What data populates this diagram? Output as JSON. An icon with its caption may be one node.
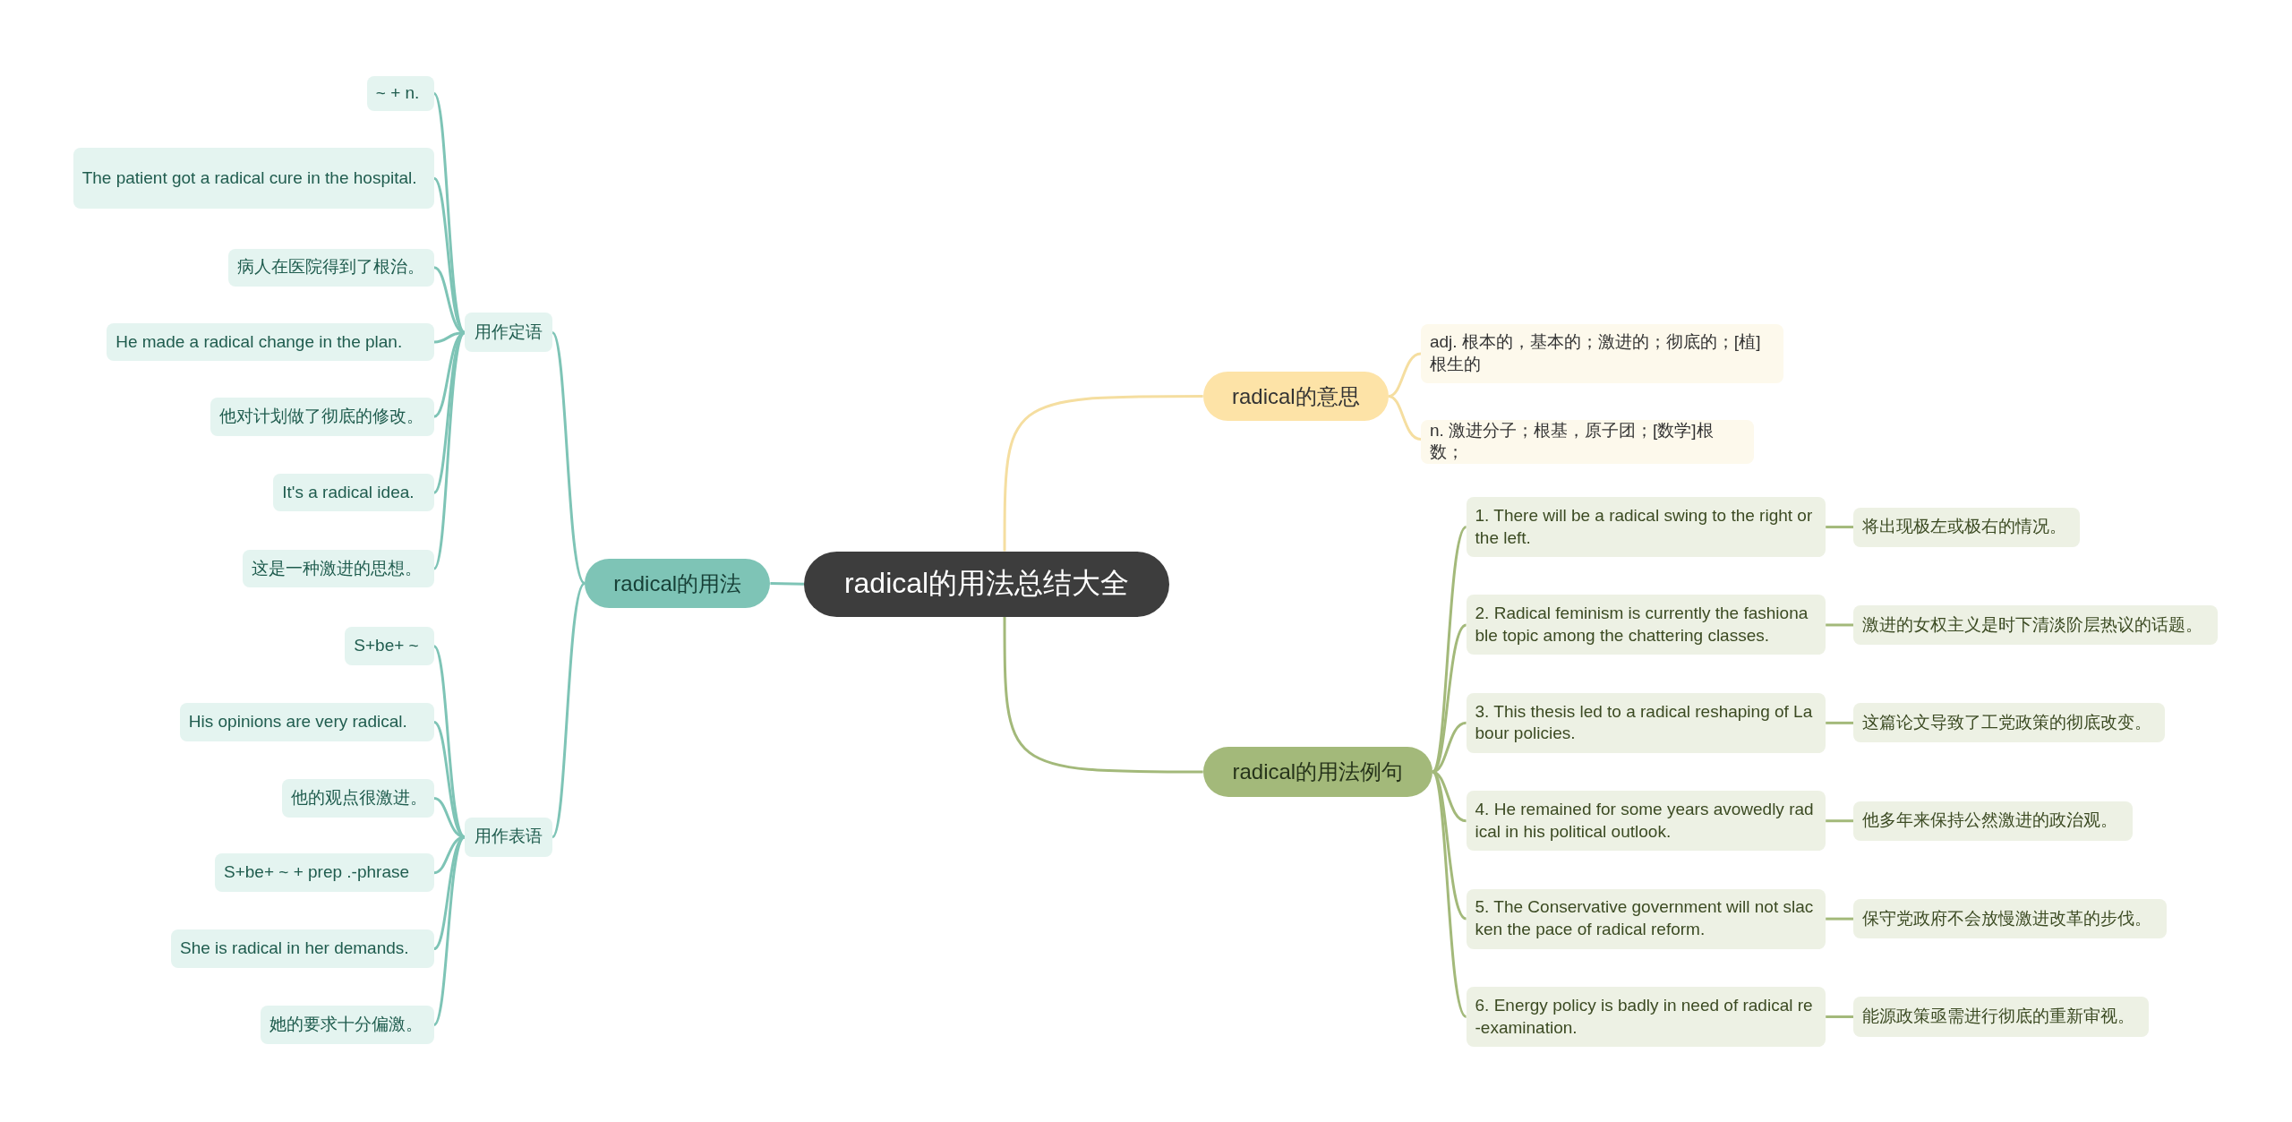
{
  "diagram": {
    "nodes": [
      {
        "text": [
          "radical的用法总结大全"
        ]
      },
      {
        "text": [
          "radical的意思"
        ]
      },
      {
        "text": [
          "adj. 根本的，基本的；激进的；彻底的；[植]根生的"
        ]
      },
      {
        "text": [
          "n. 激进分子；根基，原子团；[数学]根数；"
        ]
      },
      {
        "text": [
          "radical的用法例句"
        ]
      },
      {
        "text": [
          "1. There will be a radical swing to the right or the left."
        ]
      },
      {
        "text": [
          "将出现极左或极右的情况。"
        ]
      },
      {
        "text": [
          "2. Radical feminism is currently the fashionable topic among the chattering classes."
        ]
      },
      {
        "text": [
          "激进的女权主义是时下清淡阶层热议的话题。"
        ]
      },
      {
        "text": [
          "3. This thesis led to a radical reshaping of Labour policies."
        ]
      },
      {
        "text": [
          "这篇论文导致了工党政策的彻底改变。"
        ]
      },
      {
        "text": [
          "4. He remained for some years avowedly radical in his political outlook."
        ]
      },
      {
        "text": [
          "他多年来保持公然激进的政治观。"
        ]
      },
      {
        "text": [
          "5. The Conservative government will not slacken the pace of radical reform."
        ]
      },
      {
        "text": [
          "保守党政府不会放慢激进改革的步伐。"
        ]
      },
      {
        "text": [
          "6. Energy policy is badly in need of radical re-examination."
        ]
      },
      {
        "text": [
          "能源政策亟需进行彻底的重新审视。"
        ]
      },
      {
        "text": [
          "radical的用法"
        ]
      },
      {
        "text": [
          "用作定语"
        ]
      },
      {
        "text": [
          "~ + n."
        ]
      },
      {
        "text": [
          "The patient got a radical cure in the hospital."
        ]
      },
      {
        "text": [
          "病人在医院得到了根治。"
        ]
      },
      {
        "text": [
          "He made a radical change in the plan."
        ]
      },
      {
        "text": [
          "他对计划做了彻底的修改。"
        ]
      },
      {
        "text": [
          "It's a radical idea."
        ]
      },
      {
        "text": [
          "这是一种激进的思想。"
        ]
      },
      {
        "text": [
          "用作表语"
        ]
      },
      {
        "text": [
          "S+be+ ~"
        ]
      },
      {
        "text": [
          "His opinions are very radical."
        ]
      },
      {
        "text": [
          "他的观点很激进。"
        ]
      },
      {
        "text": [
          "S+be+ ~ + prep .-phrase"
        ]
      },
      {
        "text": [
          "She is radical in her demands."
        ]
      },
      {
        "text": [
          "她的要求十分偏激。"
        ]
      }
    ],
    "edges": [
      {
        "from": 0,
        "to": 1,
        "arrow": "none",
        "color": "#f5dea0"
      },
      {
        "from": 1,
        "to": 2,
        "arrow": "none",
        "color": "#f5dea0"
      },
      {
        "from": 1,
        "to": 3,
        "arrow": "none",
        "color": "#f5dea0"
      },
      {
        "from": 0,
        "to": 4,
        "arrow": "none",
        "color": "#a3b97a"
      },
      {
        "from": 4,
        "to": 5,
        "arrow": "none",
        "color": "#a3b97a"
      },
      {
        "from": 5,
        "to": 6,
        "arrow": "none",
        "color": "#a3b97a"
      },
      {
        "from": 4,
        "to": 7,
        "arrow": "none",
        "color": "#a3b97a"
      },
      {
        "from": 7,
        "to": 8,
        "arrow": "none",
        "color": "#a3b97a"
      },
      {
        "from": 4,
        "to": 9,
        "arrow": "none",
        "color": "#a3b97a"
      },
      {
        "from": 9,
        "to": 10,
        "arrow": "none",
        "color": "#a3b97a"
      },
      {
        "from": 4,
        "to": 11,
        "arrow": "none",
        "color": "#a3b97a"
      },
      {
        "from": 11,
        "to": 12,
        "arrow": "none",
        "color": "#a3b97a"
      },
      {
        "from": 4,
        "to": 13,
        "arrow": "none",
        "color": "#a3b97a"
      },
      {
        "from": 13,
        "to": 14,
        "arrow": "none",
        "color": "#a3b97a"
      },
      {
        "from": 4,
        "to": 15,
        "arrow": "none",
        "color": "#a3b97a"
      },
      {
        "from": 15,
        "to": 16,
        "arrow": "none",
        "color": "#a3b97a"
      },
      {
        "from": 0,
        "to": 17,
        "arrow": "none",
        "color": "#7ec4b6"
      },
      {
        "from": 17,
        "to": 18,
        "arrow": "none",
        "color": "#7ec4b6"
      },
      {
        "from": 18,
        "to": 19,
        "arrow": "none",
        "color": "#7ec4b6"
      },
      {
        "from": 18,
        "to": 20,
        "arrow": "none",
        "color": "#7ec4b6"
      },
      {
        "from": 18,
        "to": 21,
        "arrow": "none",
        "color": "#7ec4b6"
      },
      {
        "from": 18,
        "to": 22,
        "arrow": "none",
        "color": "#7ec4b6"
      },
      {
        "from": 18,
        "to": 23,
        "arrow": "none",
        "color": "#7ec4b6"
      },
      {
        "from": 18,
        "to": 24,
        "arrow": "none",
        "color": "#7ec4b6"
      },
      {
        "from": 18,
        "to": 25,
        "arrow": "none",
        "color": "#7ec4b6"
      },
      {
        "from": 17,
        "to": 26,
        "arrow": "none",
        "color": "#7ec4b6"
      },
      {
        "from": 26,
        "to": 27,
        "arrow": "none",
        "color": "#7ec4b6"
      },
      {
        "from": 26,
        "to": 28,
        "arrow": "none",
        "color": "#7ec4b6"
      },
      {
        "from": 26,
        "to": 29,
        "arrow": "none",
        "color": "#7ec4b6"
      },
      {
        "from": 26,
        "to": 30,
        "arrow": "none",
        "color": "#7ec4b6"
      },
      {
        "from": 26,
        "to": 31,
        "arrow": "none",
        "color": "#7ec4b6"
      },
      {
        "from": 26,
        "to": 32,
        "arrow": "none",
        "color": "#7ec4b6"
      }
    ]
  }
}
